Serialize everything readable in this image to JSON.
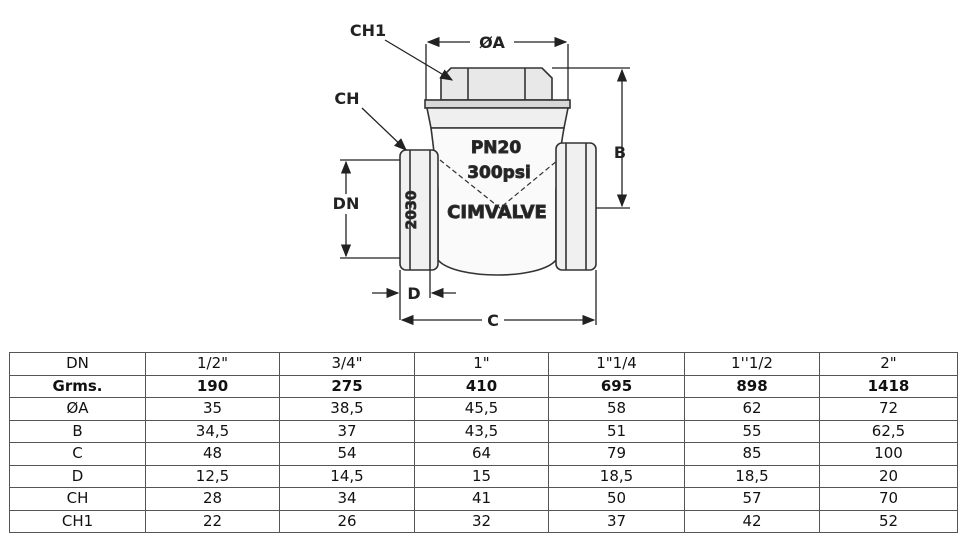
{
  "drawing": {
    "labels": {
      "ch1": "CH1",
      "diam_a": "ØA",
      "ch": "CH",
      "b": "B",
      "dn": "DN",
      "d": "D",
      "c": "C"
    },
    "body_text": {
      "pressure": "PN20",
      "psi": "300psi",
      "brand": "CIMVALVE",
      "code": "2030"
    }
  },
  "table": {
    "rows": [
      {
        "label": "DN",
        "values": [
          "1/2\"",
          "3/4\"",
          "1\"",
          "1\"1/4",
          "1''1/2",
          "2\""
        ],
        "bold": false
      },
      {
        "label": "Grms.",
        "values": [
          "190",
          "275",
          "410",
          "695",
          "898",
          "1418"
        ],
        "bold": true
      },
      {
        "label": "ØA",
        "values": [
          "35",
          "38,5",
          "45,5",
          "58",
          "62",
          "72"
        ],
        "bold": false
      },
      {
        "label": "B",
        "values": [
          "34,5",
          "37",
          "43,5",
          "51",
          "55",
          "62,5"
        ],
        "bold": false
      },
      {
        "label": "C",
        "values": [
          "48",
          "54",
          "64",
          "79",
          "85",
          "100"
        ],
        "bold": false
      },
      {
        "label": "D",
        "values": [
          "12,5",
          "14,5",
          "15",
          "18,5",
          "18,5",
          "20"
        ],
        "bold": false
      },
      {
        "label": "CH",
        "values": [
          "28",
          "34",
          "41",
          "50",
          "57",
          "70"
        ],
        "bold": false
      },
      {
        "label": "CH1",
        "values": [
          "22",
          "26",
          "32",
          "37",
          "42",
          "52"
        ],
        "bold": false
      }
    ]
  }
}
